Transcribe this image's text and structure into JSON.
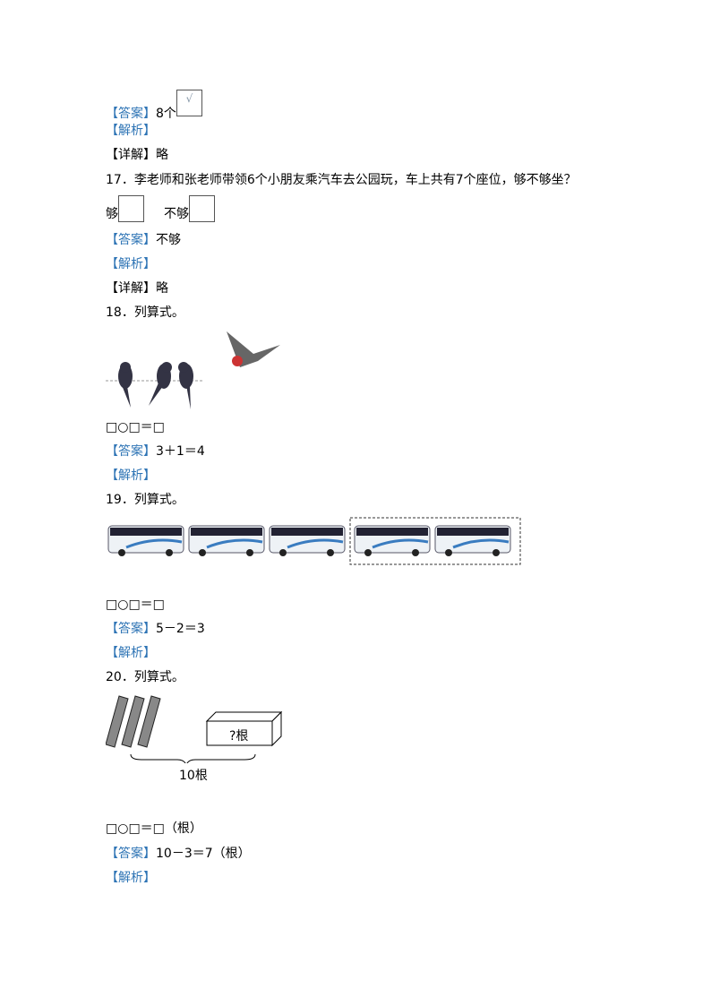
{
  "accent_color": "#2e74b5",
  "q16": {
    "answer_tag": "【答案】",
    "answer": "8个",
    "check": "√",
    "analysis_tag": "【解析】",
    "detail_tag": "【详解】",
    "detail": "略"
  },
  "q17": {
    "question": "17．李老师和张老师带领6个小朋友乘汽车去公园玩，车上共有7个座位，够不够坐？",
    "opt1": "够",
    "opt2": "不够",
    "answer_tag": "【答案】",
    "answer": "不够",
    "analysis_tag": "【解析】",
    "detail_tag": "【详解】",
    "detail": "略"
  },
  "q18": {
    "question": "18．列算式。",
    "formula": "□○□＝□",
    "answer_tag": "【答案】",
    "answer": "3＋1＝4",
    "analysis_tag": "【解析】"
  },
  "q19": {
    "question": "19．列算式。",
    "formula": "□○□＝□",
    "answer_tag": "【答案】",
    "answer": "5－2＝3",
    "analysis_tag": "【解析】"
  },
  "q20": {
    "question": "20．列算式。",
    "box_label": "?根",
    "total_label": "10根",
    "formula": "□○□＝□（根）",
    "answer_tag": "【答案】",
    "answer": "10－3＝7（根）",
    "analysis_tag": "【解析】"
  }
}
